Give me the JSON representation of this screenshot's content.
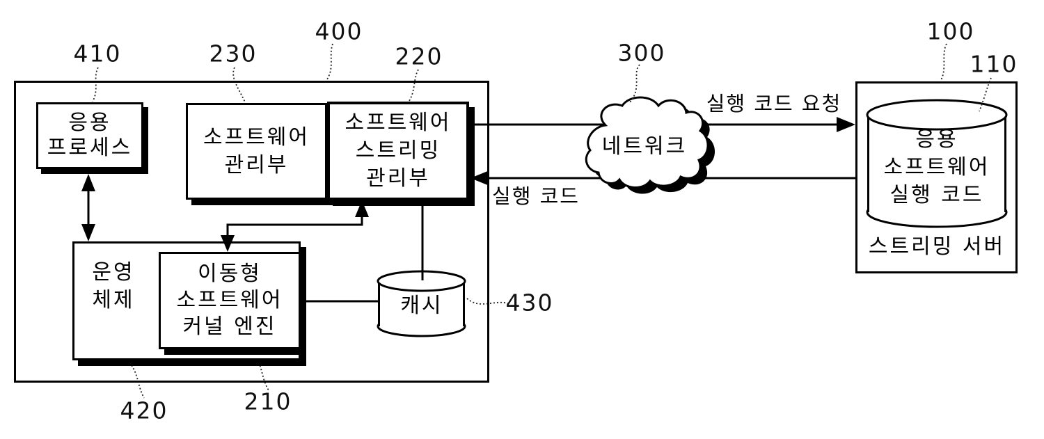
{
  "meta": {
    "figure_kind": "patent-block-diagram",
    "language": "ko"
  },
  "colors": {
    "ink": "#000000",
    "paper": "#ffffff"
  },
  "client_system": {
    "ref": "400",
    "app_process": {
      "ref": "410",
      "lines": [
        "응용",
        "프로세스"
      ]
    },
    "sw_manager": {
      "ref": "230",
      "lines": [
        "소프트웨어",
        "관리부"
      ]
    },
    "sw_streaming_manager": {
      "ref": "220",
      "lines": [
        "소프트웨어",
        "스트리밍",
        "관리부"
      ]
    },
    "os": {
      "ref": "420",
      "lines": [
        "운영",
        "체제"
      ]
    },
    "mobile_sw_kernel_engine": {
      "ref": "210",
      "lines": [
        "이동형",
        "소프트웨어",
        "커널 엔진"
      ]
    },
    "cache": {
      "ref": "430",
      "label": "캐시"
    }
  },
  "network": {
    "ref": "300",
    "label": "네트워크"
  },
  "server": {
    "ref": "100",
    "label": "스트리밍 서버",
    "exec_code_store": {
      "ref": "110",
      "lines": [
        "응용",
        "소프트웨어",
        "실행 코드"
      ]
    }
  },
  "flows": {
    "request_label": "실행 코드 요청",
    "response_label": "실행 코드"
  }
}
